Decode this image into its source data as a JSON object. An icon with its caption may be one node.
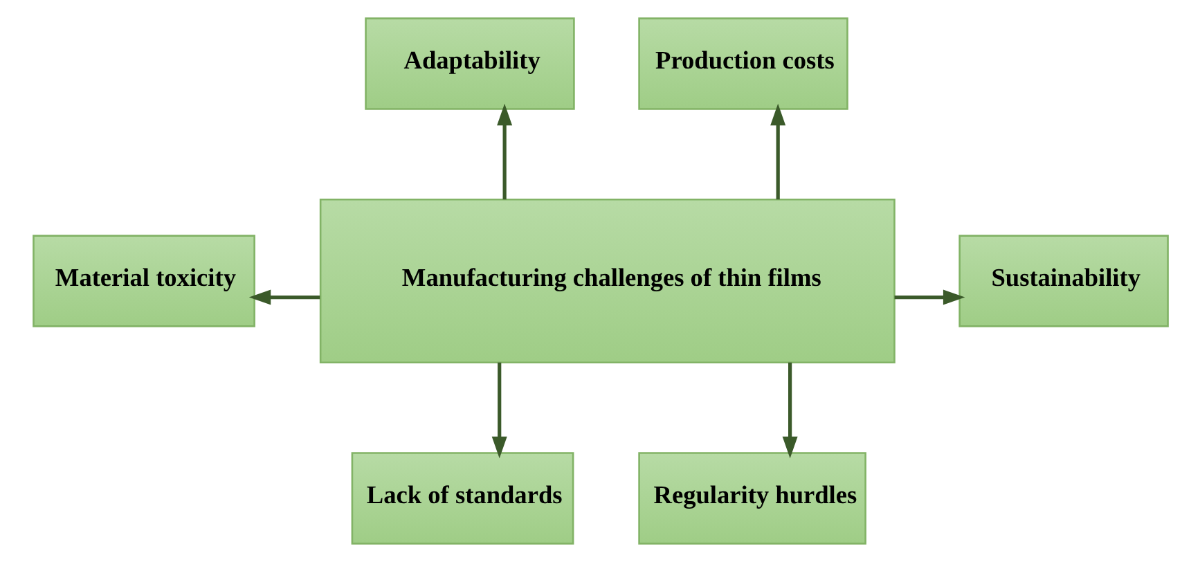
{
  "diagram": {
    "nodes": [
      {
        "text": [
          "Adaptability"
        ]
      },
      {
        "text": [
          "Production costs"
        ]
      },
      {
        "text": [
          "Material toxicity"
        ]
      },
      {
        "text": [
          "Manufacturing challenges of thin films"
        ]
      },
      {
        "text": [
          "Sustainability"
        ]
      },
      {
        "text": [
          "Lack of standards"
        ]
      },
      {
        "text": [
          "Regularity hurdles"
        ]
      }
    ],
    "edges": [
      {
        "from": 3,
        "to": 0,
        "arrow": "to"
      },
      {
        "from": 3,
        "to": 1,
        "arrow": "to"
      },
      {
        "from": 3,
        "to": 2,
        "arrow": "to"
      },
      {
        "from": 3,
        "to": 4,
        "arrow": "to"
      },
      {
        "from": 3,
        "to": 5,
        "arrow": "to"
      },
      {
        "from": 3,
        "to": 6,
        "arrow": "to"
      }
    ]
  }
}
